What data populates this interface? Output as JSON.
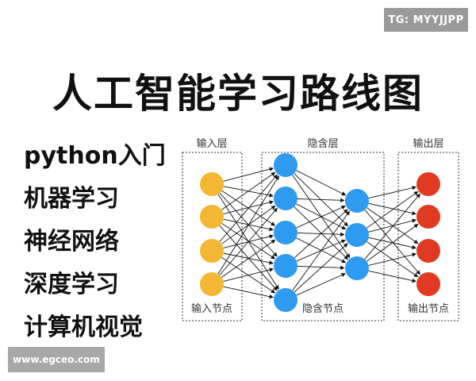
{
  "watermark": "TG: MYYJJPP",
  "title": "人工智能学习路线图",
  "topics": [
    "python入门",
    "机器学习",
    "神经网络",
    "深度学习",
    "计算机视觉"
  ],
  "diagram": {
    "layers": [
      {
        "top_label": "输入层",
        "bottom_label": "输入节点",
        "nodes": 4,
        "color": "#f4b733"
      },
      {
        "top_label": "隐含层",
        "bottom_label": "隐含节点",
        "nodes": 5,
        "color": "#2f9bf0"
      },
      {
        "top_label": "",
        "bottom_label": "",
        "nodes": 3,
        "color": "#2f9bf0"
      },
      {
        "top_label": "输出层",
        "bottom_label": "输出节点",
        "nodes": 4,
        "color": "#e03a22"
      }
    ],
    "colors": {
      "edge": "#111111",
      "box_border": "#333333"
    }
  },
  "footer": "www.egceo.com"
}
